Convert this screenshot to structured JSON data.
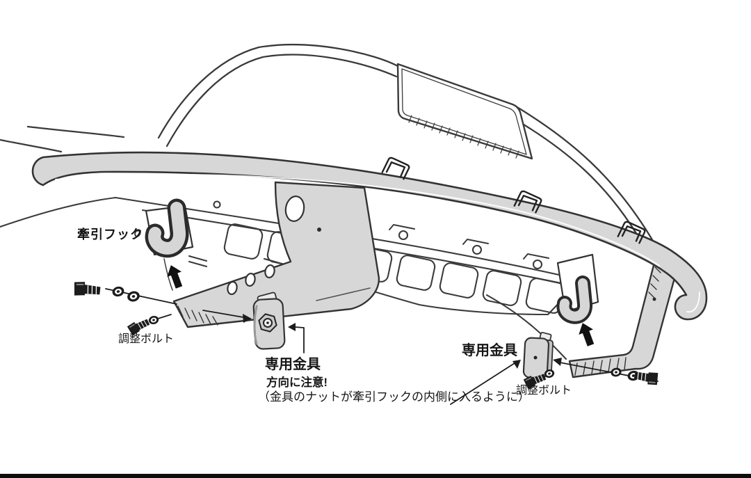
{
  "diagram": {
    "type": "installation-diagram",
    "subject": "bull-bar bracket and tow hook mounting on vehicle bumper",
    "parts": {
      "tow_hook_label": "牽引フック",
      "left_adjust_bolt_label": "調整ボルト",
      "left_fitting_label": "専用金具",
      "left_fitting_note1": "方向に注意!",
      "left_fitting_note2": "（金具のナットが牽引フックの内側に入るように）",
      "right_fitting_label": "専用金具",
      "right_adjust_bolt_label": "調整ボルト"
    },
    "colors": {
      "outline": "#333333",
      "metal": "#d7d7d7",
      "hardware_dark": "#1c1c1c",
      "background": "#ffffff",
      "bottom_bar": "#0d0d0d"
    }
  }
}
